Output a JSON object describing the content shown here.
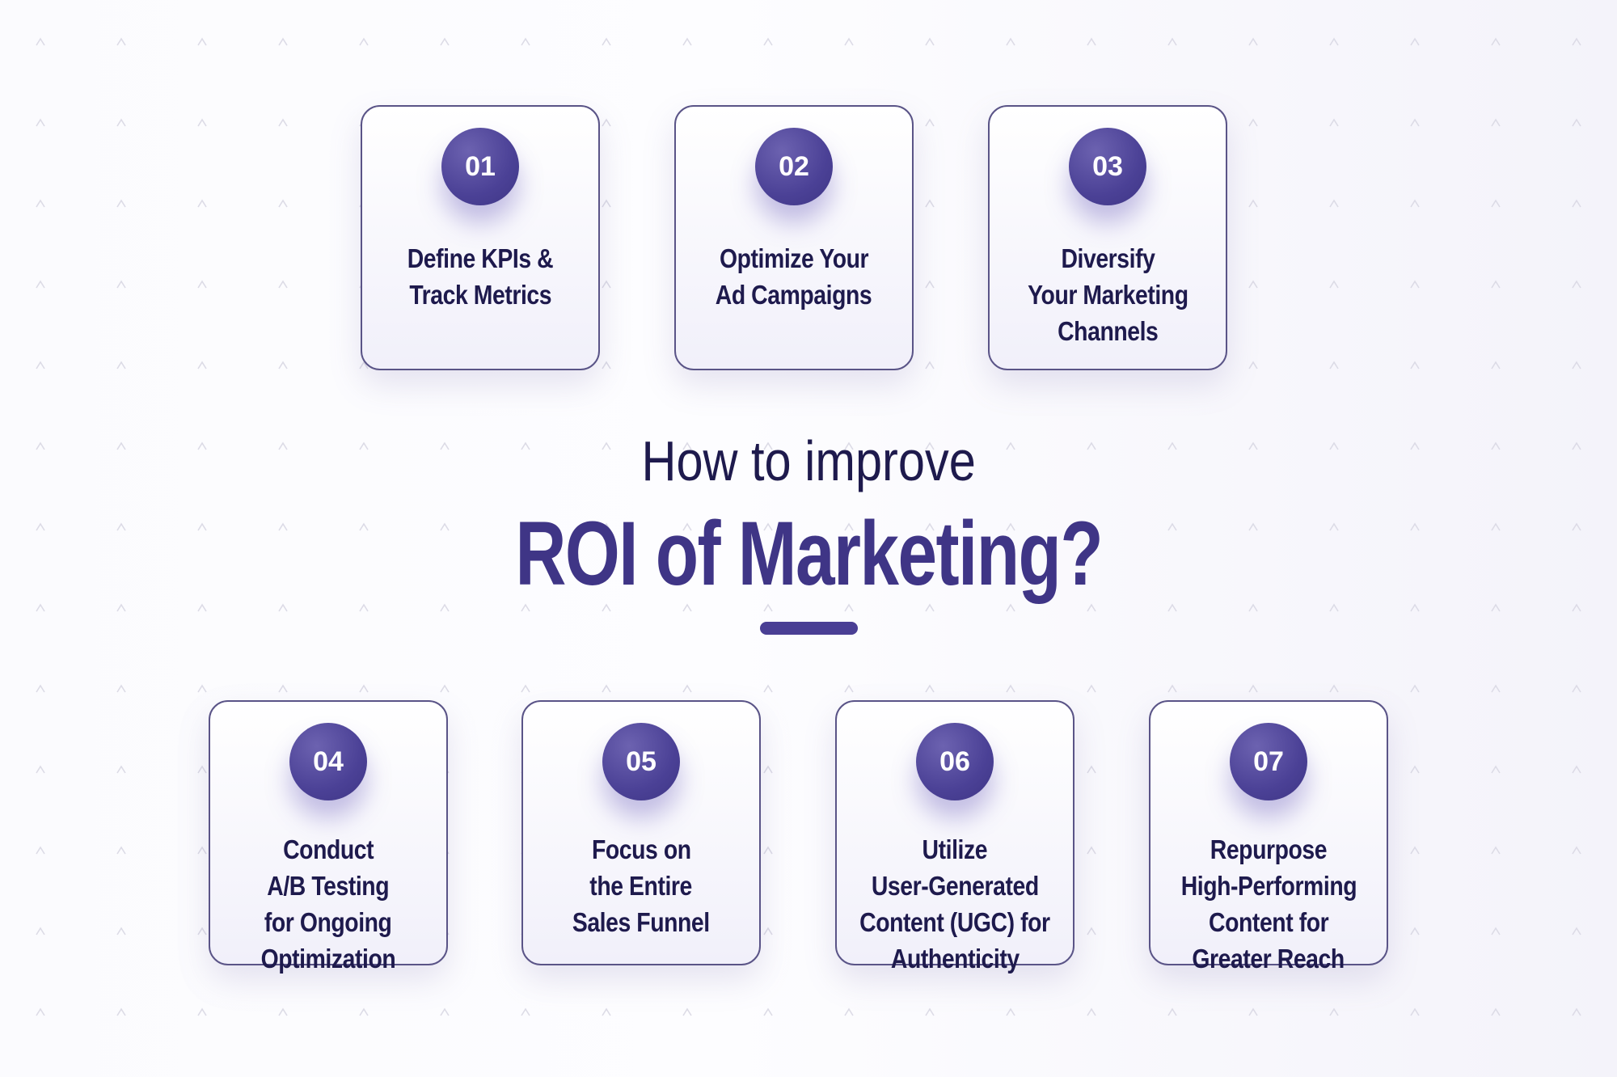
{
  "title": {
    "line1": "How to improve",
    "line2": "ROI of Marketing?"
  },
  "colors": {
    "accent": "#4b4196",
    "text": "#1e1a4d",
    "border": "#5a5487"
  },
  "steps": [
    {
      "number": "01",
      "lines": [
        "Define KPIs &",
        "Track Metrics"
      ]
    },
    {
      "number": "02",
      "lines": [
        "Optimize Your",
        "Ad Campaigns"
      ]
    },
    {
      "number": "03",
      "lines": [
        "Diversify",
        "Your Marketing",
        "Channels"
      ]
    },
    {
      "number": "04",
      "lines": [
        "Conduct",
        "A/B Testing",
        "for Ongoing",
        "Optimization"
      ]
    },
    {
      "number": "05",
      "lines": [
        "Focus on",
        "the Entire",
        "Sales Funnel"
      ]
    },
    {
      "number": "06",
      "lines": [
        "Utilize",
        "User-Generated",
        "Content (UGC) for",
        "Authenticity"
      ]
    },
    {
      "number": "07",
      "lines": [
        "Repurpose",
        "High-Performing",
        "Content for",
        "Greater Reach"
      ]
    }
  ]
}
